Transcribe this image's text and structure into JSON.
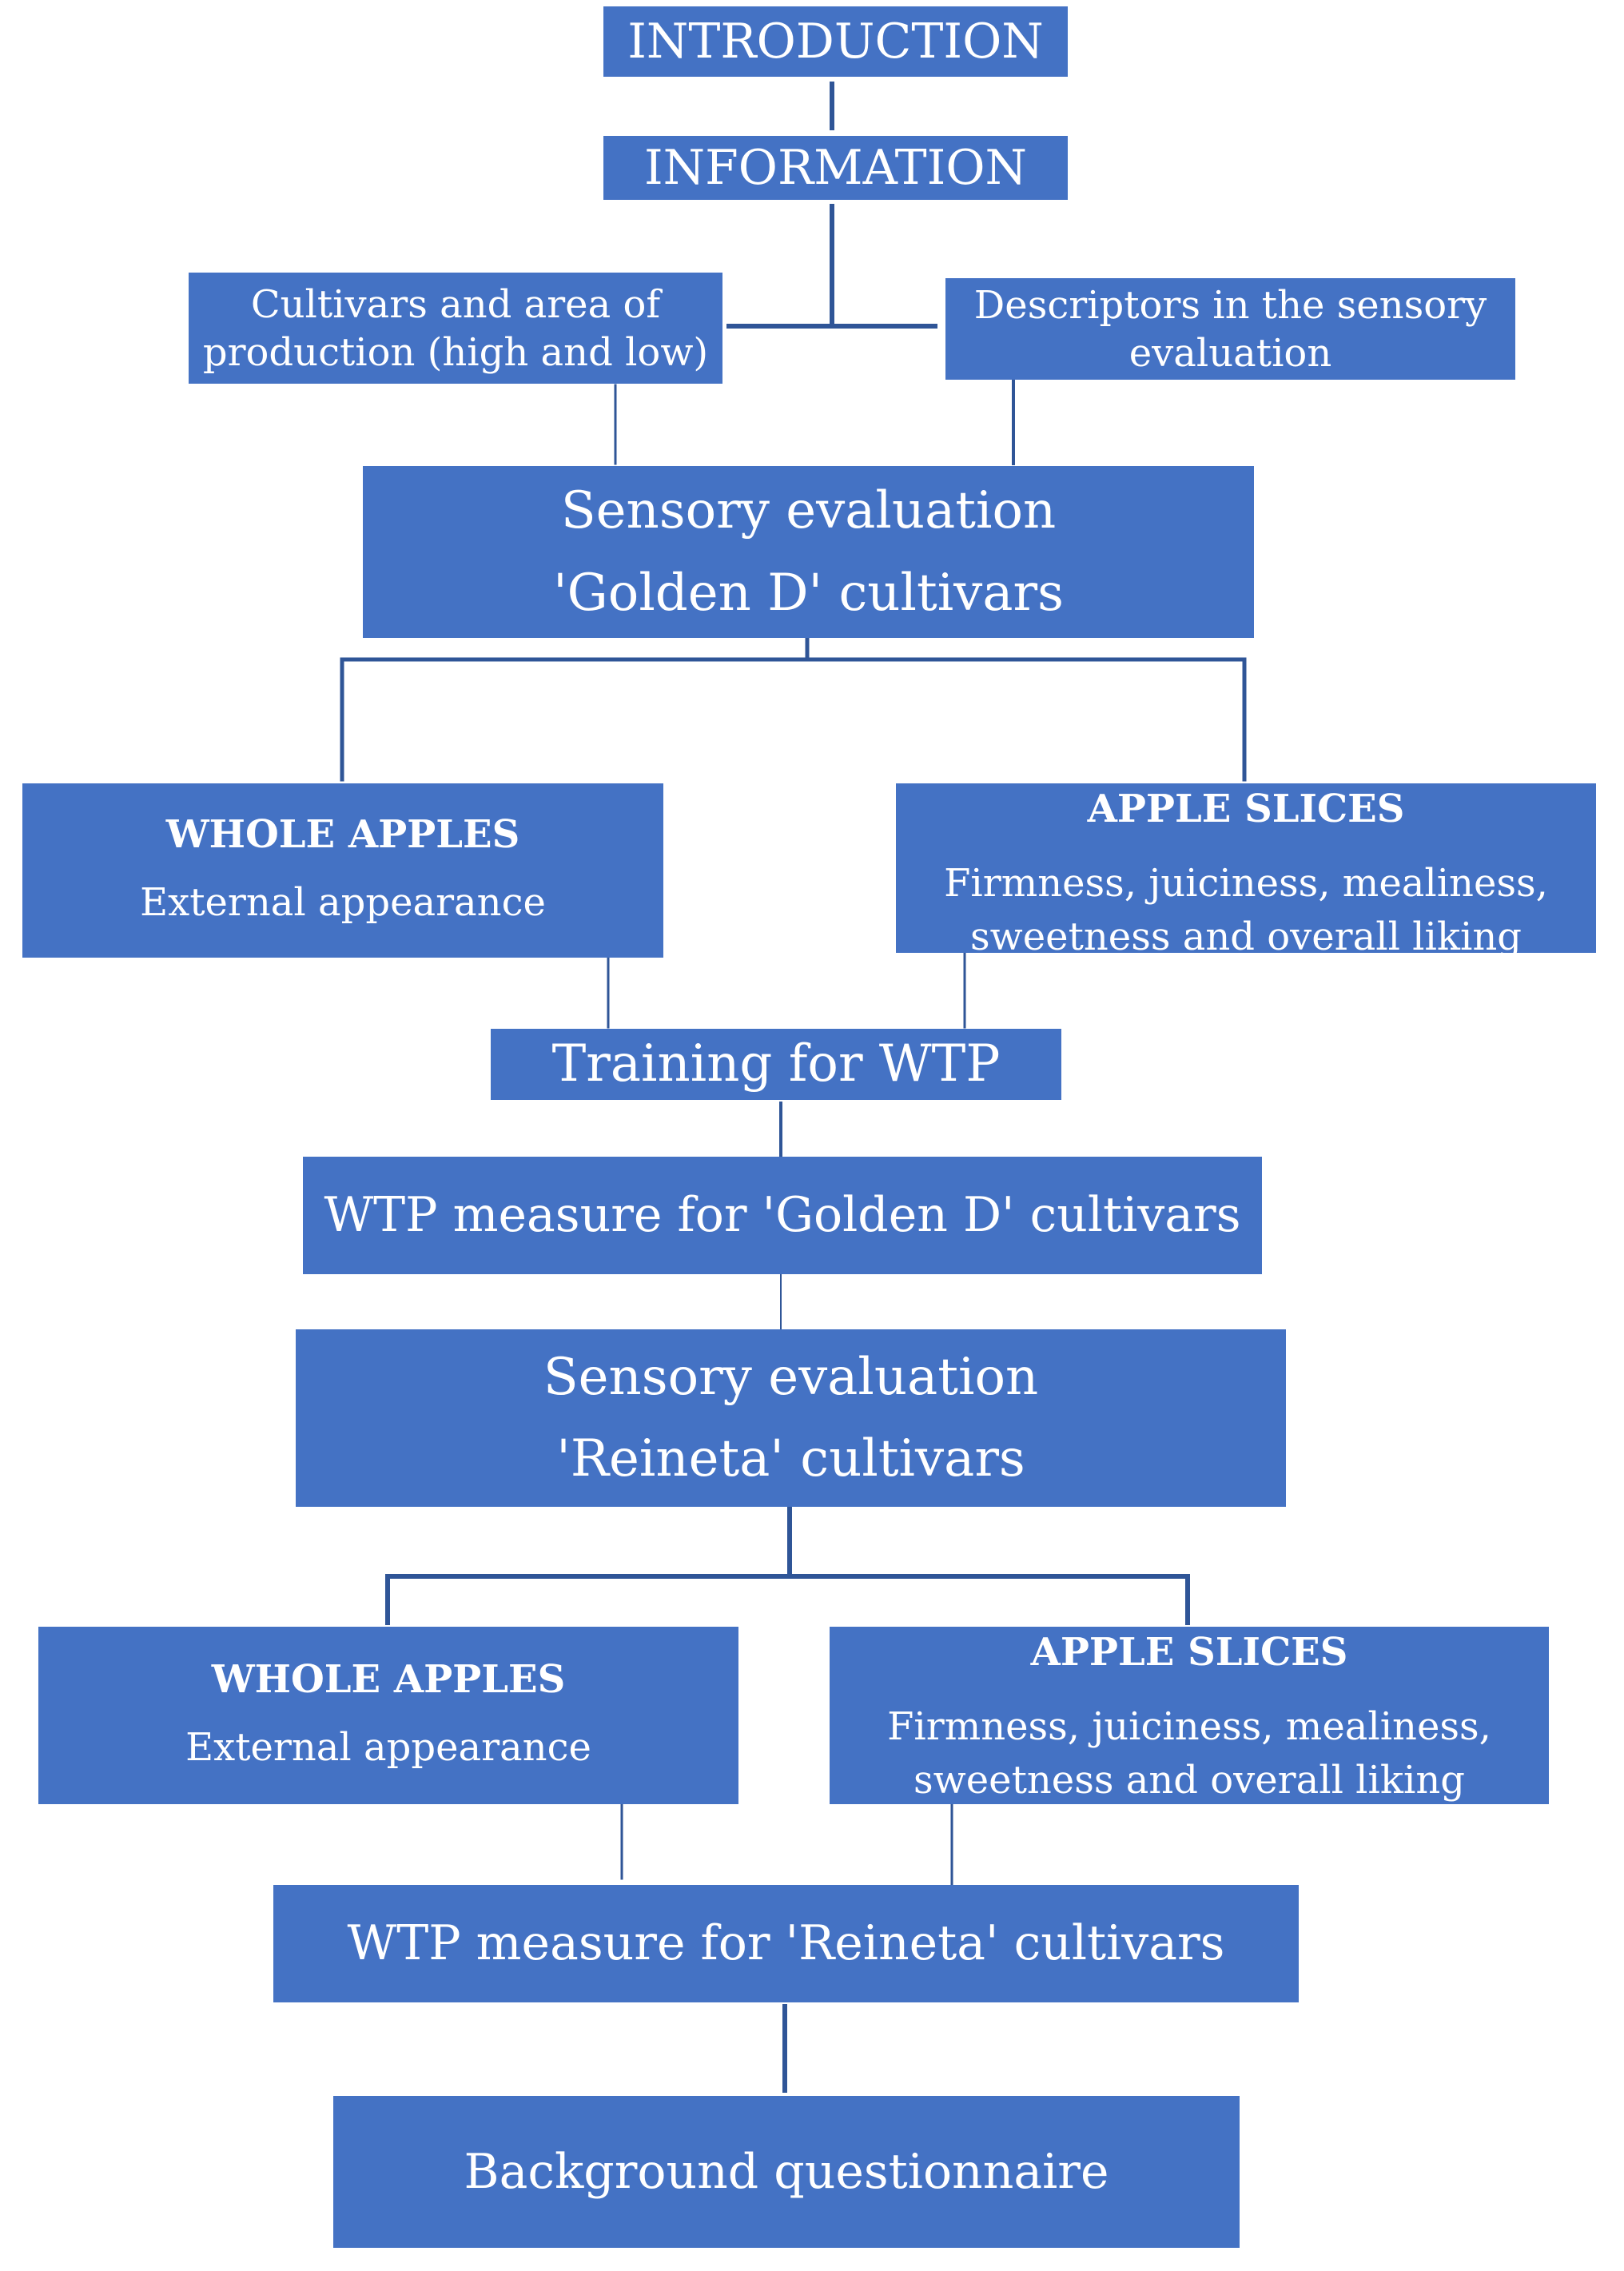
{
  "flowchart": {
    "introduction": "INTRODUCTION",
    "information": "INFORMATION",
    "cultivars_box": [
      "Cultivars and area of",
      "production (high and low)"
    ],
    "descriptors_box": [
      "Descriptors in the sensory",
      "evaluation"
    ],
    "sensory_golden": [
      "Sensory evaluation",
      "'Golden D'  cultivars"
    ],
    "golden_whole": {
      "title": "WHOLE APPLES",
      "text": "External appearance"
    },
    "golden_slices": {
      "title": "APPLE SLICES",
      "lines": [
        "Firmness, juiciness, mealiness,",
        "sweetness and overall liking"
      ]
    },
    "training": "Training for WTP",
    "wtp_golden": "WTP measure for 'Golden D' cultivars",
    "sensory_reineta": [
      "Sensory evaluation",
      "'Reineta' cultivars"
    ],
    "reineta_whole": {
      "title": "WHOLE APPLES",
      "text": "External appearance"
    },
    "reineta_slices": {
      "title": "APPLE SLICES",
      "lines": [
        "Firmness, juiciness, mealiness,",
        "sweetness and overall liking"
      ]
    },
    "wtp_reineta": "WTP measure for 'Reineta' cultivars",
    "background": "Background questionnaire"
  },
  "colors": {
    "box_fill": "#4472c4",
    "box_text": "#ffffff",
    "connector": "#2f5597"
  }
}
